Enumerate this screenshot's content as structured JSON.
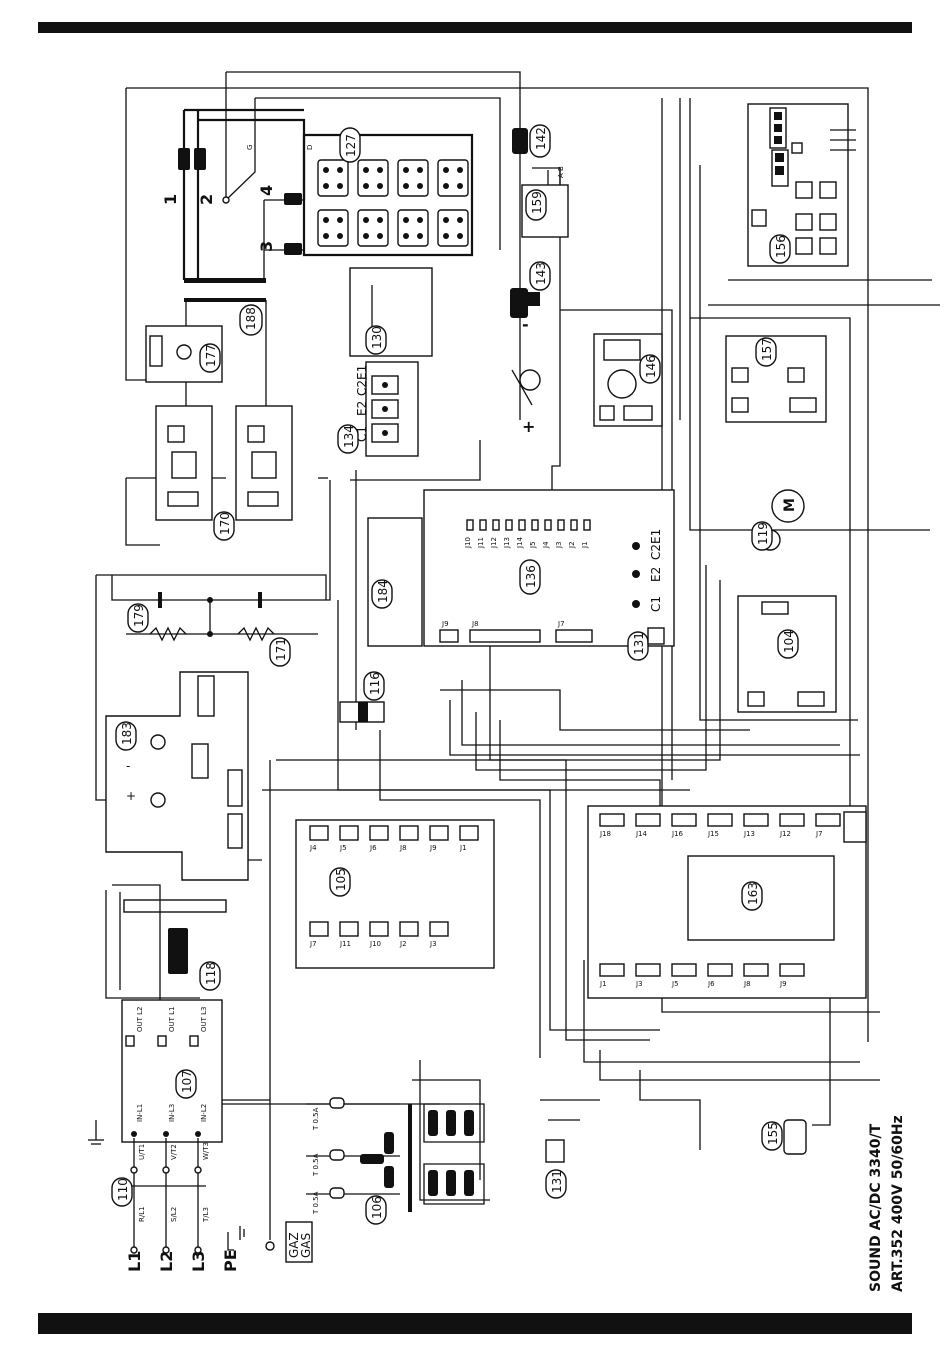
{
  "components": [
    {
      "id": "c142",
      "label": "142"
    },
    {
      "id": "c127",
      "label": "127"
    },
    {
      "id": "c159",
      "label": "159"
    },
    {
      "id": "c156",
      "label": "156"
    },
    {
      "id": "c143",
      "label": "143"
    },
    {
      "id": "c188",
      "label": "188"
    },
    {
      "id": "c177",
      "label": "177"
    },
    {
      "id": "c130",
      "label": "130"
    },
    {
      "id": "c146",
      "label": "146"
    },
    {
      "id": "c157",
      "label": "157"
    },
    {
      "id": "c134",
      "label": "134"
    },
    {
      "id": "c170",
      "label": "170"
    },
    {
      "id": "c119",
      "label": "119"
    },
    {
      "id": "c184",
      "label": "184"
    },
    {
      "id": "c136",
      "label": "136"
    },
    {
      "id": "c179",
      "label": "179"
    },
    {
      "id": "c171",
      "label": "171"
    },
    {
      "id": "c131a",
      "label": "131"
    },
    {
      "id": "c104",
      "label": "104"
    },
    {
      "id": "c116",
      "label": "116"
    },
    {
      "id": "c183",
      "label": "183"
    },
    {
      "id": "c105",
      "label": "105"
    },
    {
      "id": "c163",
      "label": "163"
    },
    {
      "id": "c118",
      "label": "118"
    },
    {
      "id": "c107",
      "label": "107"
    },
    {
      "id": "c155",
      "label": "155"
    },
    {
      "id": "c110",
      "label": "110"
    },
    {
      "id": "c131b",
      "label": "131"
    },
    {
      "id": "c106",
      "label": "106"
    }
  ],
  "transformer_windings": [
    "1",
    "2",
    "3",
    "4"
  ],
  "igbt_terminals": [
    "C2E1",
    "E2",
    "C1"
  ],
  "mains": {
    "inputs": [
      "L1",
      "L2",
      "L3",
      "PE"
    ],
    "switch_poles": [
      "R/L1",
      "S/L2",
      "T/L3",
      "U/T1",
      "V/T2",
      "W/T3"
    ],
    "filter_in": [
      "IN-L1",
      "IN-L3",
      "IN-L2"
    ],
    "filter_out": [
      "OUT L2",
      "OUT L1",
      "OUT L3"
    ]
  },
  "fuses": [
    "T 0.5A",
    "T 0.5A",
    "T 0.5A"
  ],
  "gas": [
    "GAZ",
    "GAS"
  ],
  "connectors": {
    "board136": [
      "J10",
      "J11",
      "J12",
      "J13",
      "J14",
      "J5",
      "J4",
      "J3",
      "J2",
      "J1",
      "J9",
      "J8",
      "J7"
    ],
    "board105": [
      "J4",
      "J5",
      "J6",
      "J8",
      "J9",
      "J1",
      "J7",
      "J11",
      "J10",
      "J2",
      "J3"
    ],
    "board163": [
      "J18",
      "J14",
      "J16",
      "J15",
      "J13",
      "J12",
      "J7",
      "J1",
      "J3",
      "J5",
      "J6",
      "J8",
      "J9"
    ]
  },
  "polarity": [
    "+",
    "-"
  ],
  "title": {
    "line1": "SOUND AC/DC 3340/T",
    "line2": "ART.352 400V 50/60Hz"
  }
}
